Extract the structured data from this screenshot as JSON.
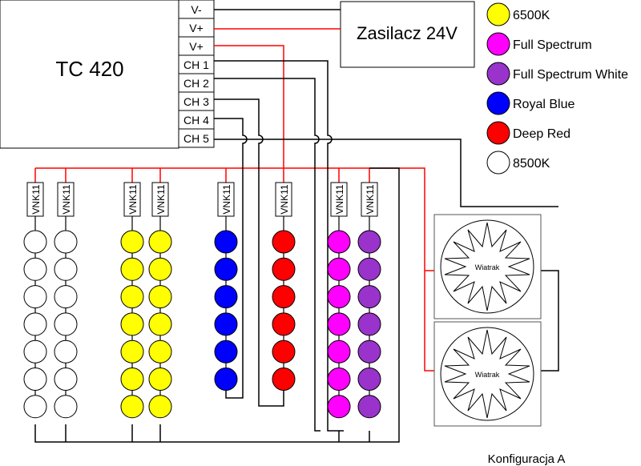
{
  "controller": {
    "title": "TC 420",
    "pins": [
      "V-",
      "V+",
      "V+",
      "CH 1",
      "CH 2",
      "CH 3",
      "CH 4",
      "CH 5"
    ]
  },
  "psu": {
    "title": "Zasilacz 24V"
  },
  "legend": [
    {
      "label": "6500K",
      "color": "#ffff00"
    },
    {
      "label": "Full Spectrum",
      "color": "#ff00ff"
    },
    {
      "label": "Full Spectrum White",
      "color": "#9933cc"
    },
    {
      "label": "Royal Blue",
      "color": "#0000ff"
    },
    {
      "label": "Deep Red",
      "color": "#ff0000"
    },
    {
      "label": "8500K",
      "color": "#ffffff"
    }
  ],
  "driver_label": "VNK11",
  "led_strings": [
    {
      "color": "#ffffff",
      "count": 7
    },
    {
      "color": "#ffffff",
      "count": 7
    },
    {
      "color": "#ffff00",
      "count": 7
    },
    {
      "color": "#ffff00",
      "count": 7
    },
    {
      "color": "#0000ff",
      "count": 6
    },
    {
      "color": "#ff0000",
      "count": 6
    },
    {
      "color": "#ff00ff",
      "count": 7
    },
    {
      "color": "#9933cc",
      "count": 7
    }
  ],
  "fans": [
    {
      "label": "Wiatrak"
    },
    {
      "label": "Wiatrak"
    }
  ],
  "config_label": "Konfiguracja A",
  "colors": {
    "wire_black": "#000000",
    "wire_red": "#ff0000"
  }
}
